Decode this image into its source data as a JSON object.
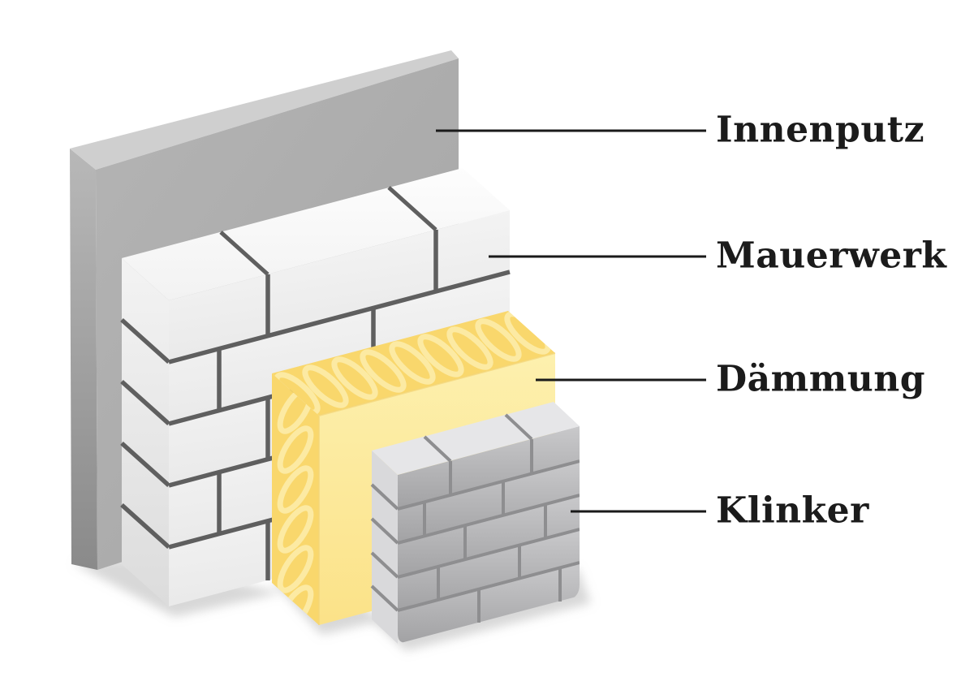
{
  "figure": {
    "type": "isometric-wall-cutaway-diagram",
    "background": "#ffffff",
    "layers": [
      {
        "id": "innenputz",
        "label": "Innenputz",
        "color": "#ababab"
      },
      {
        "id": "mauerwerk",
        "label": "Mauerwerk",
        "color": "#f3f3f3"
      },
      {
        "id": "daemmung",
        "label": "Dämmung",
        "color": "#f9d76c"
      },
      {
        "id": "klinker",
        "label": "Klinker",
        "color": "#bcbcbe"
      }
    ]
  },
  "labels": {
    "innenputz": "Innenputz",
    "mauerwerk": "Mauerwerk",
    "daemmung": "Dämmung",
    "klinker": "Klinker"
  },
  "colors": {
    "label_text": "#1b1b1b",
    "leader_line": "#1a1a1a",
    "plaster_face": "#ababab",
    "plaster_top": "#cfcfcf",
    "masonry_joint": "#5f5f5f",
    "insulation_top": "#f9d76c",
    "insulation_face": "#fceba0",
    "insulation_loop": "#fcecaa",
    "clinker_joint": "#8e8e90",
    "clinker_top": "#e6e6e8",
    "clinker_side": "#d9d9db"
  }
}
